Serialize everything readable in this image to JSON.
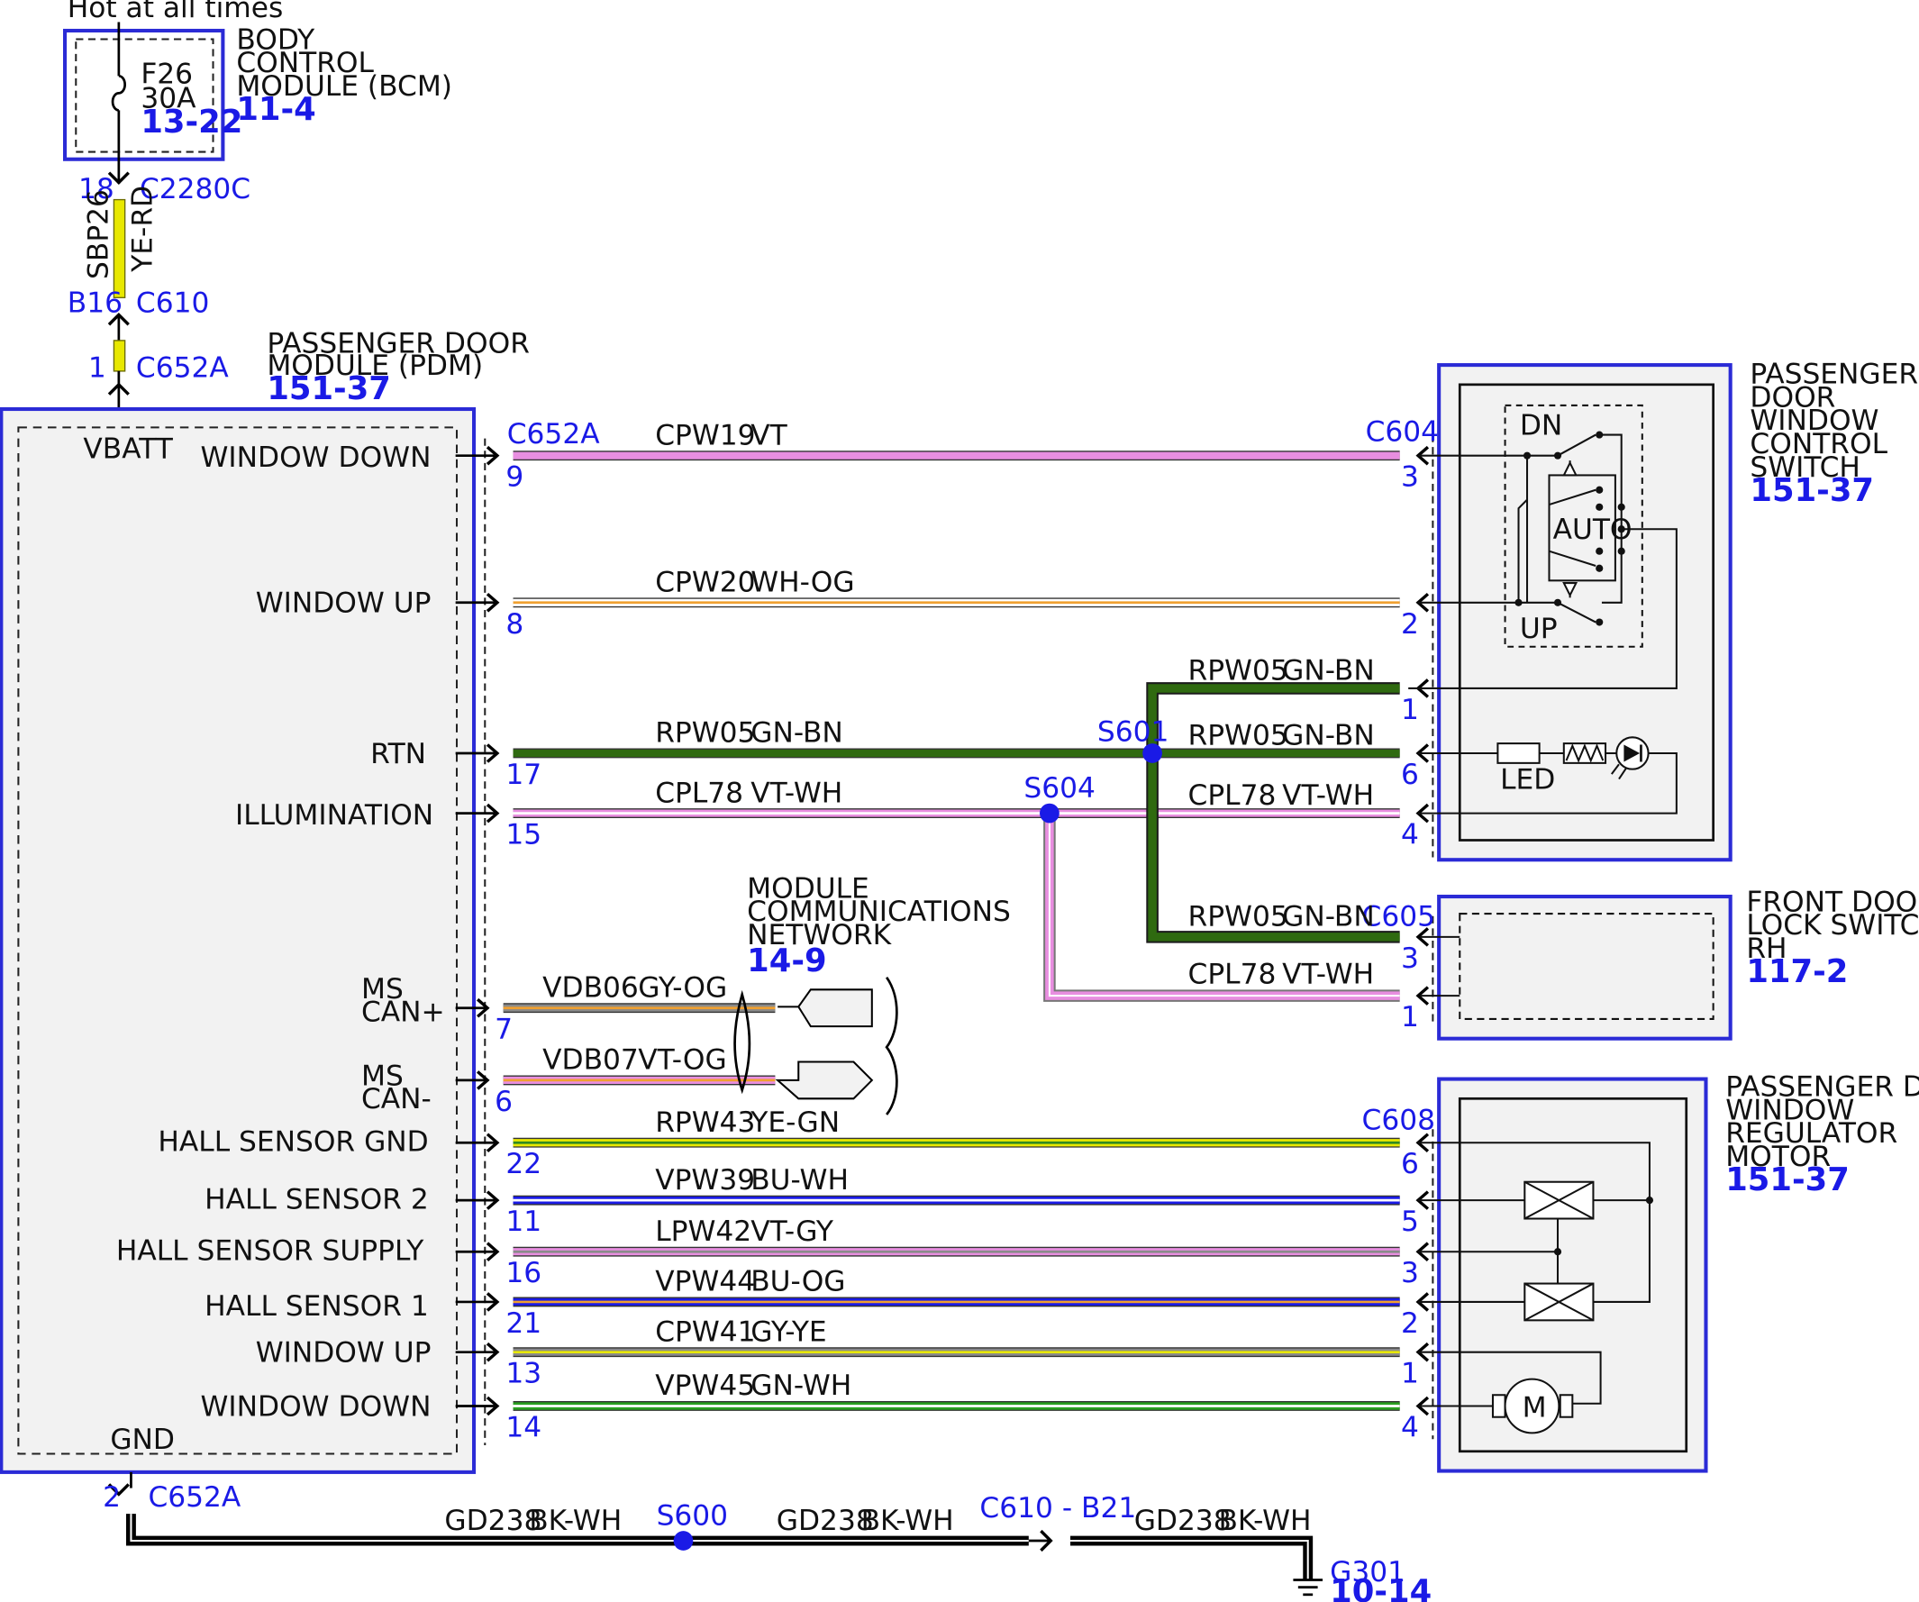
{
  "supply": {
    "label": "Hot at all times"
  },
  "bcm": {
    "name": "BODY\nCONTROL\nMODULE (BCM)",
    "ref": "11-4",
    "fuse_name": "F26",
    "fuse_rating": "30A",
    "fuse_ref": "13-22"
  },
  "feed": {
    "conn_top_pin": "18",
    "conn_top": "C2280C",
    "circuit": "SBP26",
    "color": "YE-RD",
    "conn_mid_pin": "B16",
    "conn_mid": "C610",
    "conn_low_pin": "1",
    "conn_low": "C652A"
  },
  "pdm": {
    "name": "PASSENGER DOOR\nMODULE (PDM)",
    "ref": "151-37",
    "vbatt": "VBATT",
    "gnd": "GND",
    "conn": "C652A",
    "pins": [
      {
        "label": "WINDOW DOWN",
        "pin": "9"
      },
      {
        "label": "WINDOW UP",
        "pin": "8"
      },
      {
        "label": "RTN",
        "pin": "17"
      },
      {
        "label": "ILLUMINATION",
        "pin": "15"
      },
      {
        "label": "MS\nCAN+",
        "pin": "7"
      },
      {
        "label": "MS\nCAN-",
        "pin": "6"
      },
      {
        "label": "HALL SENSOR GND",
        "pin": "22"
      },
      {
        "label": "HALL SENSOR 2",
        "pin": "11"
      },
      {
        "label": "HALL SENSOR SUPPLY",
        "pin": "16"
      },
      {
        "label": "HALL SENSOR 1",
        "pin": "21"
      },
      {
        "label": "WINDOW UP",
        "pin": "13"
      },
      {
        "label": "WINDOW DOWN",
        "pin": "14"
      }
    ]
  },
  "switch": {
    "name": "PASSENGER\nDOOR\nWINDOW\nCONTROL\nSWITCH",
    "ref": "151-37",
    "conn": "C604",
    "dn": "DN",
    "up": "UP",
    "auto": "AUTO",
    "led": "LED",
    "pins": [
      "3",
      "2",
      "1",
      "6",
      "4"
    ]
  },
  "lock": {
    "name": "FRONT DOOR\nLOCK SWITCH\nRH",
    "ref": "117-2",
    "conn": "C605",
    "pins": [
      "3",
      "1"
    ]
  },
  "motor": {
    "name": "PASSENGER DOOR\nWINDOW\nREGULATOR\nMOTOR",
    "ref": "151-37",
    "conn": "C608",
    "m": "M",
    "pins": [
      "6",
      "5",
      "3",
      "2",
      "1",
      "4"
    ]
  },
  "network": {
    "name": "MODULE\nCOMMUNICATIONS\nNETWORK",
    "ref": "14-9"
  },
  "wires": [
    {
      "circuit": "CPW19",
      "color": "VT"
    },
    {
      "circuit": "CPW20",
      "color": "WH-OG"
    },
    {
      "circuit": "RPW05",
      "color": "GN-BN"
    },
    {
      "circuit": "CPL78",
      "color": "VT-WH"
    },
    {
      "circuit": "VDB06",
      "color": "GY-OG"
    },
    {
      "circuit": "VDB07",
      "color": "VT-OG"
    },
    {
      "circuit": "RPW43",
      "color": "YE-GN"
    },
    {
      "circuit": "VPW39",
      "color": "BU-WH"
    },
    {
      "circuit": "LPW42",
      "color": "VT-GY"
    },
    {
      "circuit": "VPW44",
      "color": "BU-OG"
    },
    {
      "circuit": "CPW41",
      "color": "GY-YE"
    },
    {
      "circuit": "VPW45",
      "color": "GN-WH"
    }
  ],
  "splices": {
    "s601": "S601",
    "s604": "S604",
    "s600": "S600"
  },
  "branch": {
    "rpw_up": {
      "circuit": "RPW05",
      "color": "GN-BN"
    },
    "rpw_mid": {
      "circuit": "RPW05",
      "color": "GN-BN"
    },
    "rpw_low": {
      "circuit": "RPW05",
      "color": "GN-BN"
    },
    "cpl_mid": {
      "circuit": "CPL78",
      "color": "VT-WH"
    },
    "cpl_low": {
      "circuit": "CPL78",
      "color": "VT-WH"
    }
  },
  "ground": {
    "pin": "2",
    "conn": "C652A",
    "w1": {
      "circuit": "GD238",
      "color": "BK-WH"
    },
    "w2": {
      "circuit": "GD238",
      "color": "BK-WH"
    },
    "w3": {
      "circuit": "GD238",
      "color": "BK-WH"
    },
    "inline": "C610 - B21",
    "g_name": "G301",
    "g_ref": "10-14"
  }
}
